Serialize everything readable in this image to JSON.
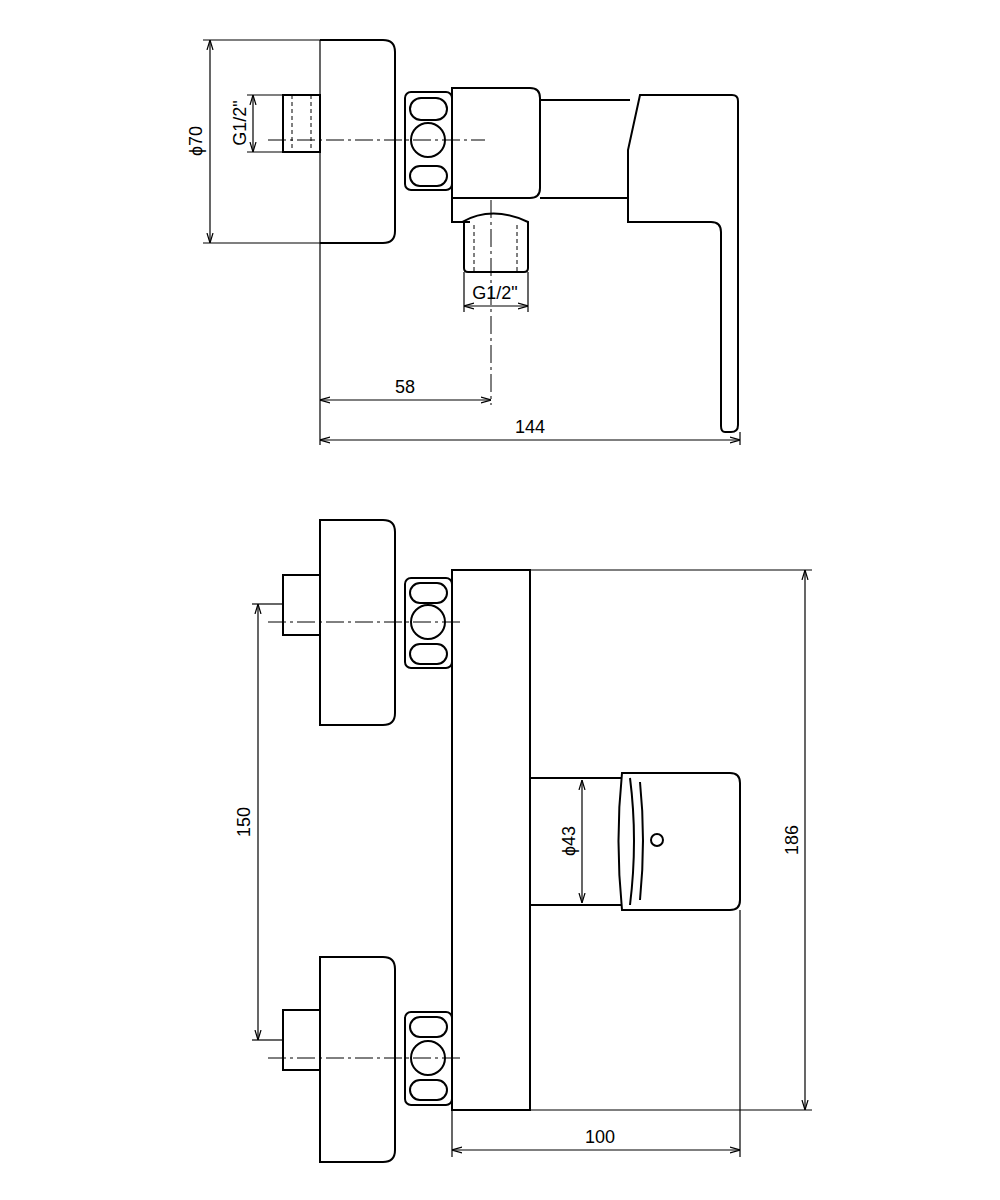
{
  "diagram": {
    "labels": [
      "ϕ70",
      "G1/2\"",
      "G1/2\"",
      "58",
      "144",
      "150",
      "ϕ43",
      "186",
      "100"
    ]
  }
}
